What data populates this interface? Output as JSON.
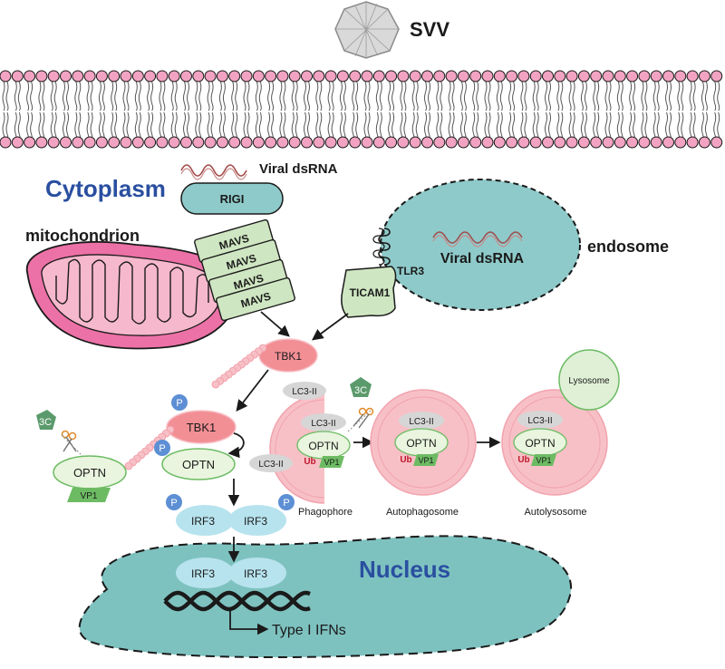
{
  "labels": {
    "virus": "SVV",
    "cytoplasm": "Cytoplasm",
    "mitochondrion": "mitochondrion",
    "endosome": "endosome",
    "nucleus": "Nucleus",
    "viral_dsrna_top": "Viral dsRNA",
    "viral_dsrna_endosome": "Viral dsRNA"
  },
  "proteins": {
    "rigi": "RIGI",
    "mavs": "MAVS",
    "ticam1": "TICAM1",
    "tlr3": "TLR3",
    "tbk1": "TBK1",
    "optn": "OPTN",
    "irf3": "IRF3",
    "vp1": "VP1",
    "lc3": "LC3-II",
    "ub": "Ub",
    "p": "P",
    "protease_3c": "3C",
    "lysosome": "Lysosome"
  },
  "stages": {
    "phagophore": "Phagophore",
    "autophagosome": "Autophagosome",
    "autolysosome": "Autolysosome"
  },
  "output": "Type I IFNs",
  "colors": {
    "lipid_head": "#f2a3c2",
    "endosome": "#8fcaca",
    "nucleus": "#7ec2c0",
    "tbk1": "#f28f95",
    "irf3": "#b7e3ee",
    "optn": "#e9f5de",
    "mavs": "#cfe6c2",
    "vp1": "#6cbb63",
    "threeC": "#5b9a6c",
    "autophagosome": "#f7c0c6",
    "lysosome": "#dff0d6",
    "phospho": "#5d8fd4",
    "blue_text": "#2a4fa0"
  }
}
